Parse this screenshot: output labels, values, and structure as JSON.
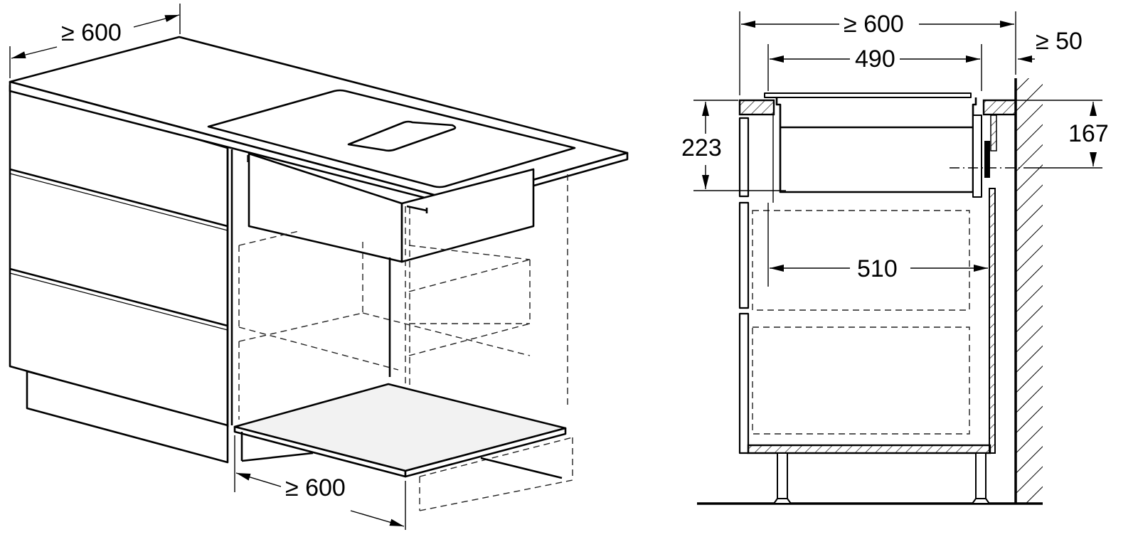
{
  "diagram": {
    "type": "installation-drawing",
    "views": [
      {
        "id": "isometric",
        "description": "Isometric view of worktop with venting hob mounted over drawer cabinet"
      },
      {
        "id": "side-section",
        "description": "Side sectional view of cabinet with hob and wall clearance"
      }
    ]
  },
  "isometric": {
    "dims": {
      "worktop_depth": "≥ 600",
      "cabinet_width": "≥ 600"
    }
  },
  "section": {
    "dims": {
      "worktop_depth": "≥ 600",
      "hob_depth": "490",
      "wall_gap": "≥ 50",
      "hob_height": "223",
      "duct_center_height": "167",
      "cabinet_inner_depth": "510"
    }
  },
  "colors": {
    "line": "#000000",
    "shelf_fill": "#f2f2f2",
    "background": "#ffffff"
  }
}
